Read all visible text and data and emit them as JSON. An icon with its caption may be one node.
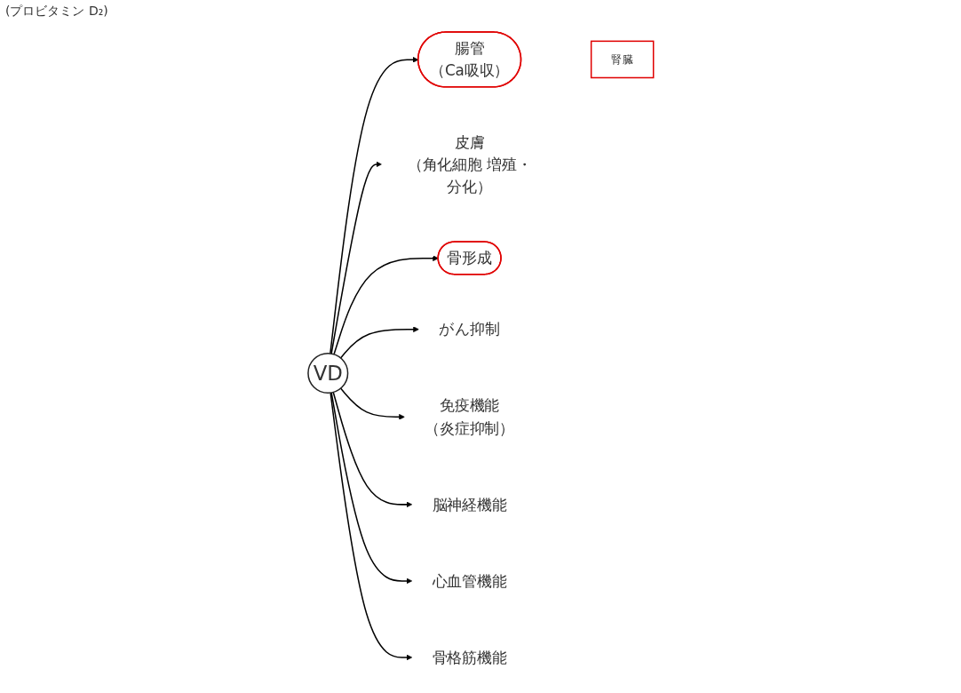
{
  "diagram": {
    "nodes": [
      {
        "text": [
          "腎臓"
        ]
      },
      {
        "text": [
          "腸管",
          "（Ca吸収）"
        ]
      },
      {
        "text": [
          "皮膚",
          "（角化細胞 増殖・分化）"
        ]
      },
      {
        "text": [
          "骨形成"
        ]
      },
      {
        "text": [
          "がん抑制"
        ]
      },
      {
        "text": [
          "VD"
        ]
      },
      {
        "text": [
          "免疫機能",
          "（炎症抑制）"
        ]
      },
      {
        "text": [
          "脳神経機能"
        ]
      },
      {
        "text": [
          "心血管機能"
        ]
      },
      {
        "text": [
          "骨格筋機能"
        ]
      }
    ],
    "edges": [
      {
        "from": 5,
        "to": 1,
        "arrow": "to"
      },
      {
        "from": 5,
        "to": 2,
        "arrow": "to"
      },
      {
        "from": 5,
        "to": 3,
        "arrow": "to"
      },
      {
        "from": 5,
        "to": 4,
        "arrow": "to"
      },
      {
        "from": 5,
        "to": 6,
        "arrow": "to"
      },
      {
        "from": 5,
        "to": 7,
        "arrow": "to"
      },
      {
        "from": 5,
        "to": 8,
        "arrow": "to"
      },
      {
        "from": 5,
        "to": 9,
        "arrow": "to"
      }
    ],
    "labels": [
      "(プロビタミン D₂)"
    ]
  }
}
